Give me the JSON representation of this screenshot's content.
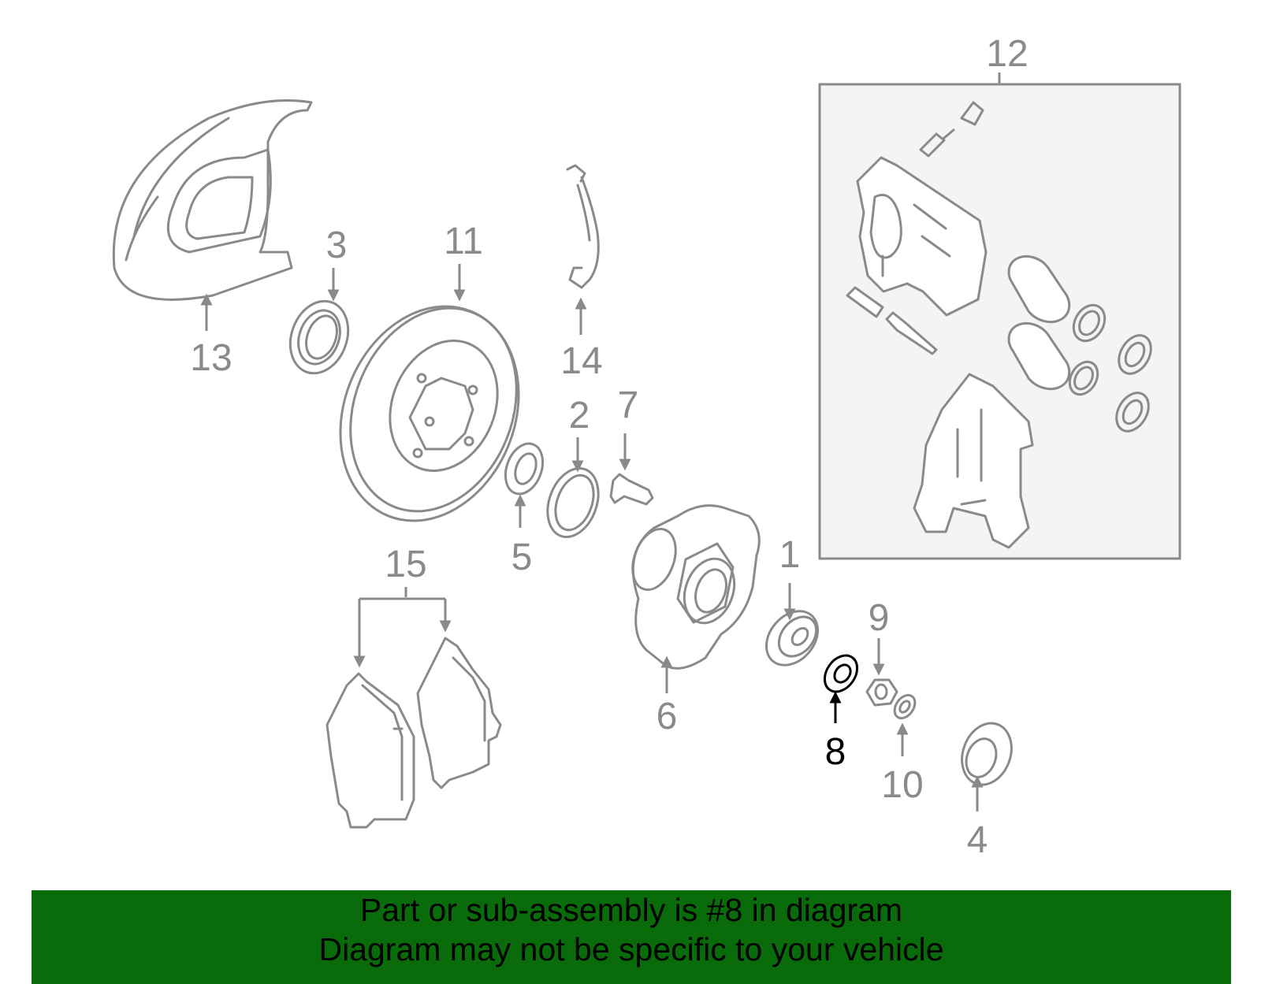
{
  "diagram": {
    "callouts": {
      "c1": "1",
      "c2": "2",
      "c3": "3",
      "c4": "4",
      "c5": "5",
      "c6": "6",
      "c7": "7",
      "c8": "8",
      "c9": "9",
      "c10": "10",
      "c11": "11",
      "c12": "12",
      "c13": "13",
      "c14": "14",
      "c15": "15"
    },
    "highlighted_part": "8",
    "highlight_color": "#000000",
    "part_color": "#8a8a8a",
    "inset_background": "#f4f4f4"
  },
  "banner": {
    "line1": "Part or sub-assembly is #8 in diagram",
    "line2": "Diagram may not be specific to your vehicle",
    "background": "#0a6b0a"
  }
}
